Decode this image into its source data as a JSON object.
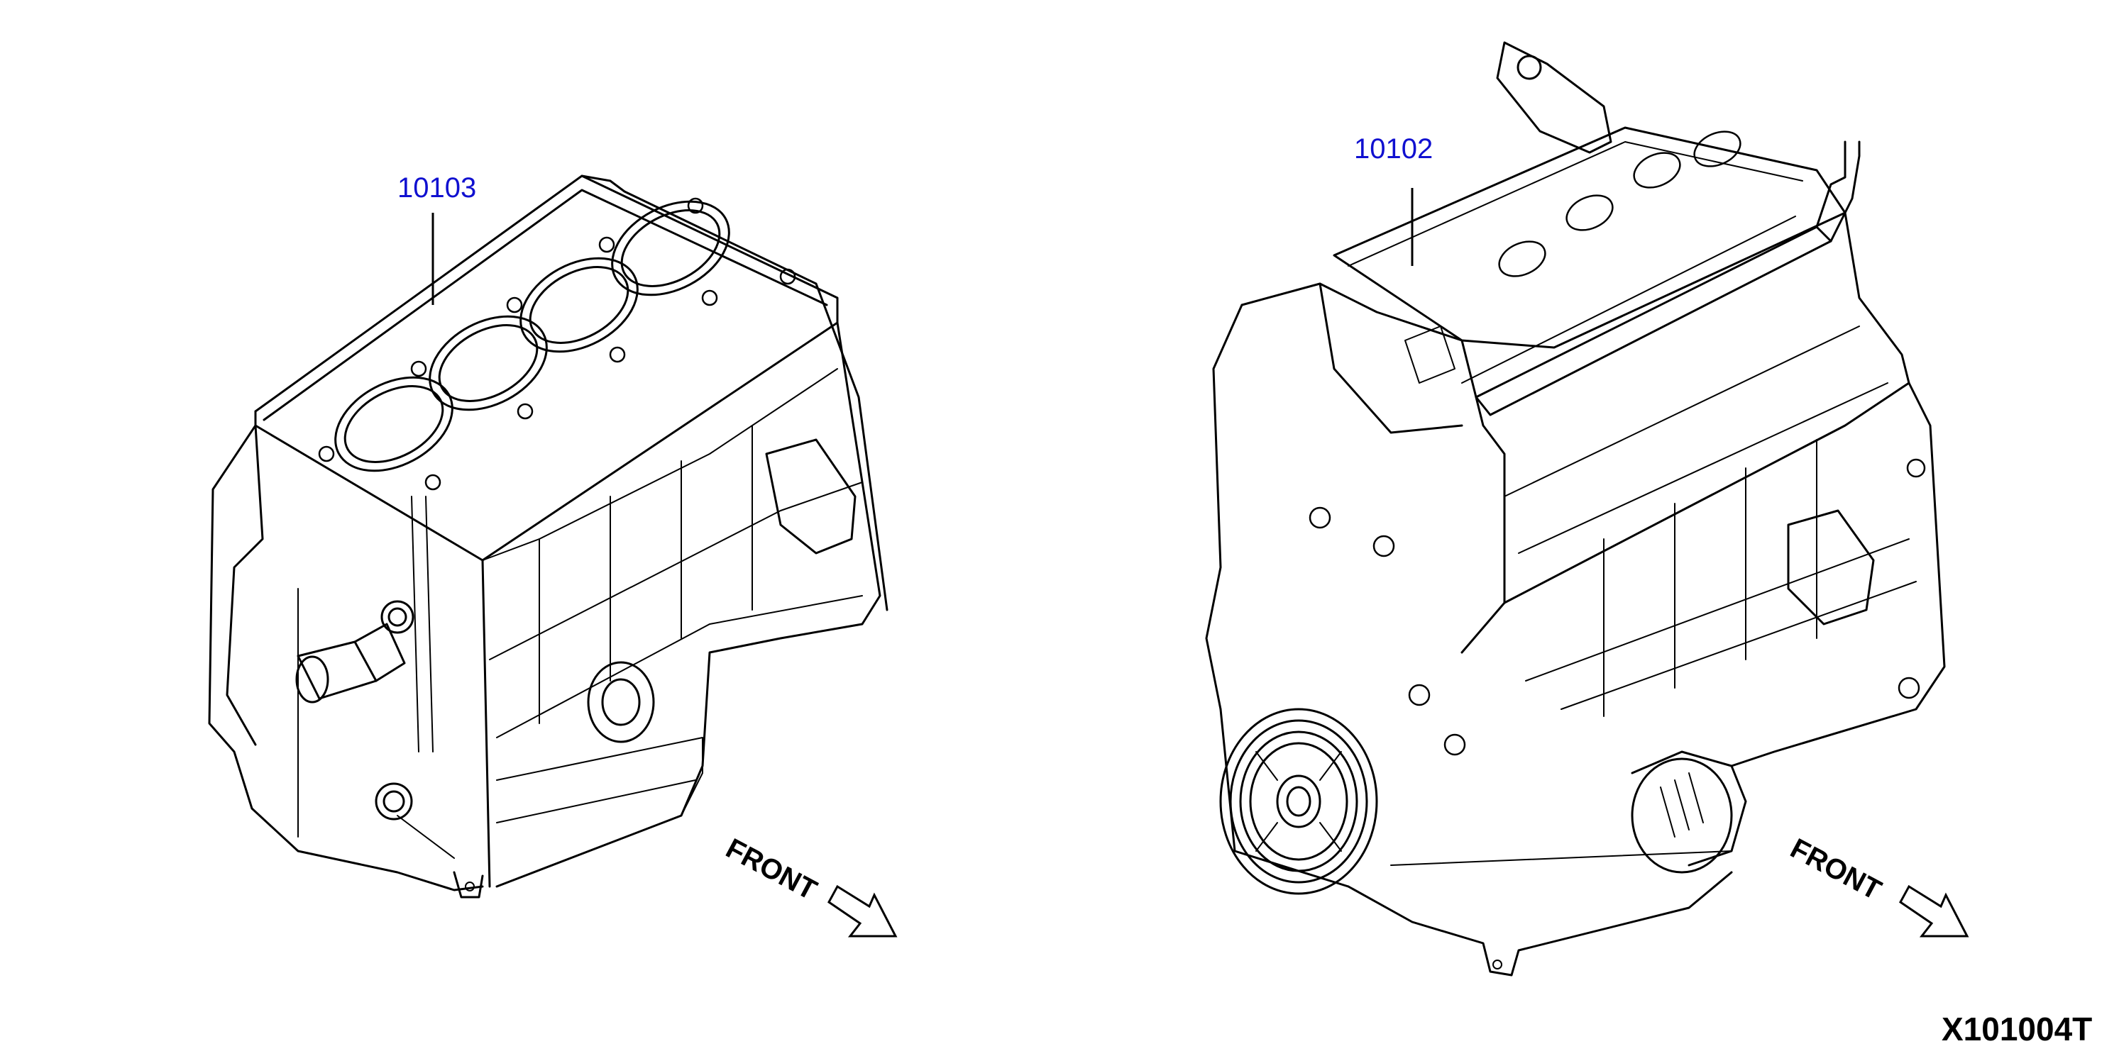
{
  "colors": {
    "callout": "#1010d0",
    "ink": "#000000",
    "paper": "#ffffff"
  },
  "parts": [
    {
      "id": "short-block",
      "part_no": "10103"
    },
    {
      "id": "bare-engine",
      "part_no": "10102"
    }
  ],
  "front_labels": [
    "FRONT",
    "FRONT"
  ],
  "diagram_code": "X101004T"
}
